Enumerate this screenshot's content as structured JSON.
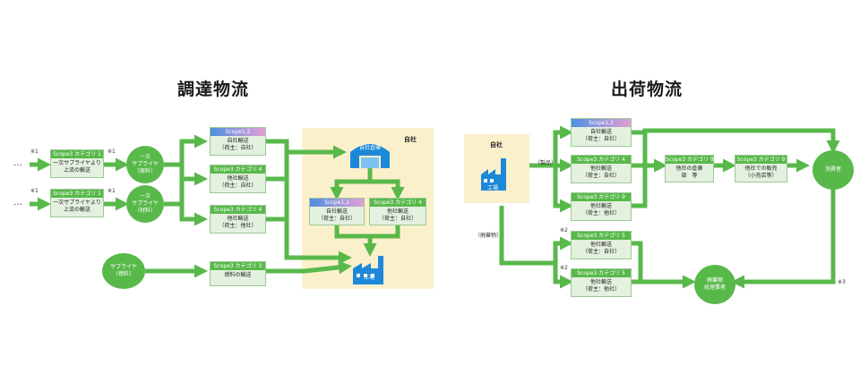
{
  "titles": {
    "procurement": "調達物流",
    "shipping": "出荷物流"
  },
  "left": {
    "zone_label": "自社",
    "warehouse_label": "自社倉庫",
    "factory_label": "工場",
    "dots1": "…",
    "dots2": "…",
    "notes": [
      "※1",
      "※1",
      "※1",
      "※1"
    ],
    "boxes": {
      "cat1_a": {
        "header": "Scope3 カテゴリ 1",
        "body": "一次サプライヤより\n上流の輸送"
      },
      "cat1_b": {
        "header": "Scope3 カテゴリ 1",
        "body": "一次サプライヤより\n上流の輸送"
      },
      "scope12_top": {
        "header": "Scope1,2",
        "body": "自社輸送\n（荷主：自社）"
      },
      "cat4_mid": {
        "header": "Scope3 カテゴリ 4",
        "body": "他社輸送\n（荷主：自社）"
      },
      "cat4_low": {
        "header": "Scope3 カテゴリ 4",
        "body": "他社輸送\n（荷主：他社）"
      },
      "cat3": {
        "header": "Scope3 カテゴリ 3",
        "body": "燃料の輸送"
      },
      "scope12_wh": {
        "header": "Scope1,2",
        "body": "自社輸送\n（荷主：自社）"
      },
      "cat4_wh": {
        "header": "Scope3 カテゴリ 4",
        "body": "他社輸送\n（荷主：自社）"
      }
    },
    "circles": {
      "supplier_raw": "一次\nサプライヤ\n（原料）",
      "supplier_mat": "一次\nサプライヤ\n（材料）",
      "supplier_fuel": "サプライヤ\n（燃料）"
    }
  },
  "right": {
    "self_label": "自社",
    "factory_label": "工場",
    "product_label": "（製品）",
    "waste_label": "（廃棄物）",
    "notes": [
      "※2",
      "※2",
      "※3"
    ],
    "boxes": {
      "scope12": {
        "header": "Scope1,2",
        "body": "自社輸送\n（荷主：自社）"
      },
      "cat4": {
        "header": "Scope3 カテゴリ 4",
        "body": "他社輸送\n（荷主：自社）"
      },
      "cat9": {
        "header": "Scope3 カテゴリ 9",
        "body": "他社輸送\n（荷主：他社）"
      },
      "cat9_wh": {
        "header": "Scope3 カテゴリ 9",
        "body": "他社の倉庫\n部　等"
      },
      "cat9_sales": {
        "header": "Scope3 カテゴリ 9",
        "body": "他社での販売\n（小売店等）"
      },
      "cat5_a": {
        "header": "Scope3 カテゴリ 5",
        "body": "他社輸送\n（荷主：自社）"
      },
      "cat5_b": {
        "header": "Scope3 カテゴリ 5",
        "body": "他社輸送\n（荷主：他社）"
      }
    },
    "circles": {
      "consumer": "消費者",
      "waste_handler": "廃棄物\n処理業者"
    }
  },
  "colors": {
    "arrow": "#58b94a",
    "box_bg": "#e4f1df",
    "zone_bg": "#fbf0cc",
    "factory_blue": "#1e88d8"
  }
}
